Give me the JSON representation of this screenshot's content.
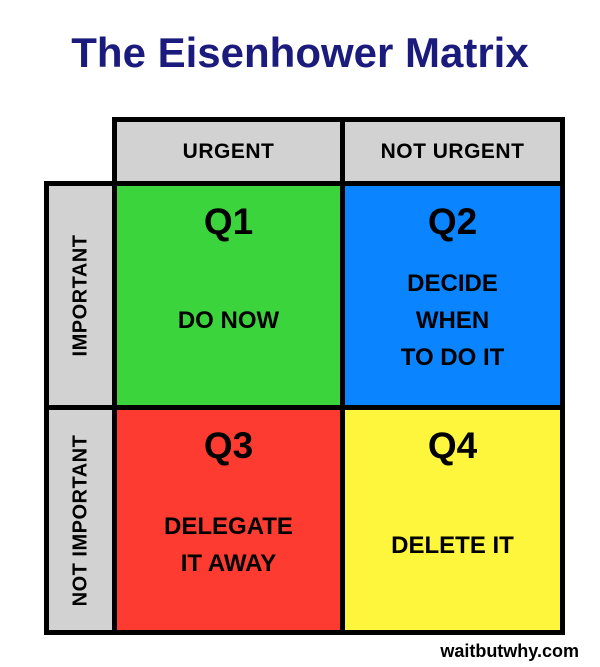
{
  "title": "The Eisenhower Matrix",
  "watermark": "waitbutwhy.com",
  "colors": {
    "title_text": "#1b1b7d",
    "axis_label_bg": "#d2d2d2",
    "grid_border": "#000000",
    "cell_text": "#000000",
    "q1_bg": "#3cd43c",
    "q2_bg": "#0a84ff",
    "q3_bg": "#fe3b31",
    "q4_bg": "#fdf63d"
  },
  "matrix": {
    "column_headers": [
      "URGENT",
      "NOT URGENT"
    ],
    "row_headers": [
      "IMPORTANT",
      "NOT IMPORTANT"
    ],
    "quadrants": [
      {
        "id": "Q1",
        "action": "DO NOW",
        "bg": "#3cd43c"
      },
      {
        "id": "Q2",
        "action": "DECIDE\nWHEN\nTO DO IT",
        "bg": "#0a84ff"
      },
      {
        "id": "Q3",
        "action": "DELEGATE\nIT AWAY",
        "bg": "#fe3b31"
      },
      {
        "id": "Q4",
        "action": "DELETE IT",
        "bg": "#fdf63d"
      }
    ]
  }
}
